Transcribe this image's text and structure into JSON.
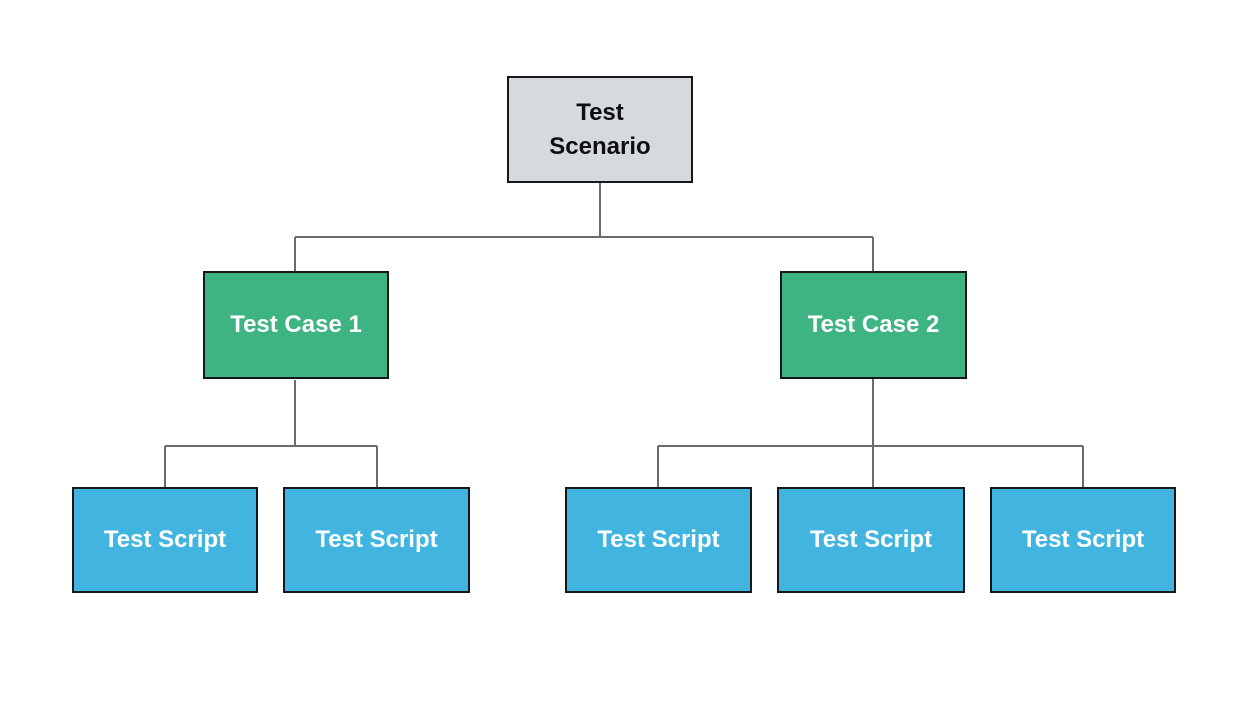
{
  "diagram": {
    "type": "tree",
    "nodes": [
      {
        "id": "test-scenario",
        "label": "Test Scenario",
        "level": 1,
        "parent": null
      },
      {
        "id": "test-case-1",
        "label": "Test Case 1",
        "level": 2,
        "parent": "test-scenario"
      },
      {
        "id": "test-case-2",
        "label": "Test Case 2",
        "level": 2,
        "parent": "test-scenario"
      },
      {
        "id": "test-script-1",
        "label": "Test Script",
        "level": 3,
        "parent": "test-case-1"
      },
      {
        "id": "test-script-2",
        "label": "Test Script",
        "level": 3,
        "parent": "test-case-1"
      },
      {
        "id": "test-script-3",
        "label": "Test Script",
        "level": 3,
        "parent": "test-case-2"
      },
      {
        "id": "test-script-4",
        "label": "Test Script",
        "level": 3,
        "parent": "test-case-2"
      },
      {
        "id": "test-script-5",
        "label": "Test Script",
        "level": 3,
        "parent": "test-case-2"
      }
    ],
    "colors": {
      "background": "#ffffff",
      "scenario_fill": "#d6dade",
      "scenario_text": "#0d0f11",
      "case_fill": "#3db481",
      "script_fill": "#41b5e0",
      "node_text": "#ffffff",
      "border": "#15181a",
      "connector": "#6b6b6b"
    }
  }
}
